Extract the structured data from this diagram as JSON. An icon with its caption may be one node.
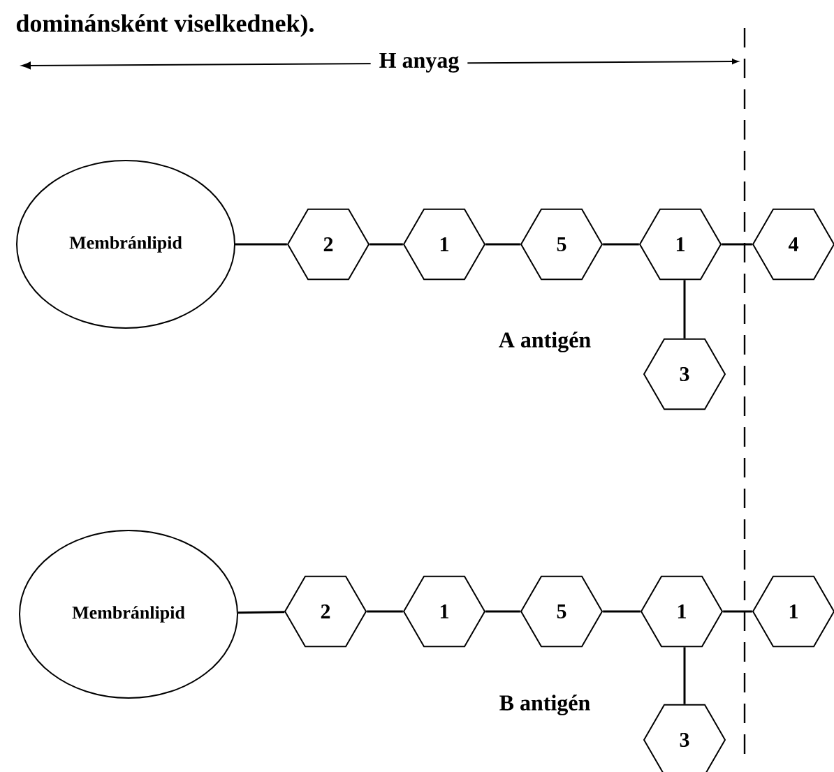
{
  "diagram": {
    "nodes": [
      {
        "text": [
          "Membránlipid"
        ]
      },
      {
        "text": [
          "2"
        ]
      },
      {
        "text": [
          "1"
        ]
      },
      {
        "text": [
          "5"
        ]
      },
      {
        "text": [
          "1"
        ]
      },
      {
        "text": [
          "4"
        ]
      },
      {
        "text": [
          "3"
        ]
      },
      {
        "text": [
          "Membránlipid"
        ]
      },
      {
        "text": [
          "2"
        ]
      },
      {
        "text": [
          "1"
        ]
      },
      {
        "text": [
          "5"
        ]
      },
      {
        "text": [
          "1"
        ]
      },
      {
        "text": [
          "1"
        ]
      },
      {
        "text": [
          "3"
        ]
      }
    ],
    "edges": [
      {
        "from": 0,
        "to": 1,
        "arrow": "none"
      },
      {
        "from": 1,
        "to": 2,
        "arrow": "none"
      },
      {
        "from": 2,
        "to": 3,
        "arrow": "none"
      },
      {
        "from": 3,
        "to": 4,
        "arrow": "none"
      },
      {
        "from": 4,
        "to": 5,
        "arrow": "none"
      },
      {
        "from": 4,
        "to": 6,
        "arrow": "none"
      },
      {
        "from": 7,
        "to": 8,
        "arrow": "none"
      },
      {
        "from": 8,
        "to": 9,
        "arrow": "none"
      },
      {
        "from": 9,
        "to": 10,
        "arrow": "none"
      },
      {
        "from": 10,
        "to": 11,
        "arrow": "none"
      },
      {
        "from": 11,
        "to": 12,
        "arrow": "none"
      },
      {
        "from": 11,
        "to": 13,
        "arrow": "none"
      }
    ],
    "labels": [
      "dominánsként viselkednek).",
      "H anyag",
      "A antigén",
      "B antigén"
    ]
  }
}
